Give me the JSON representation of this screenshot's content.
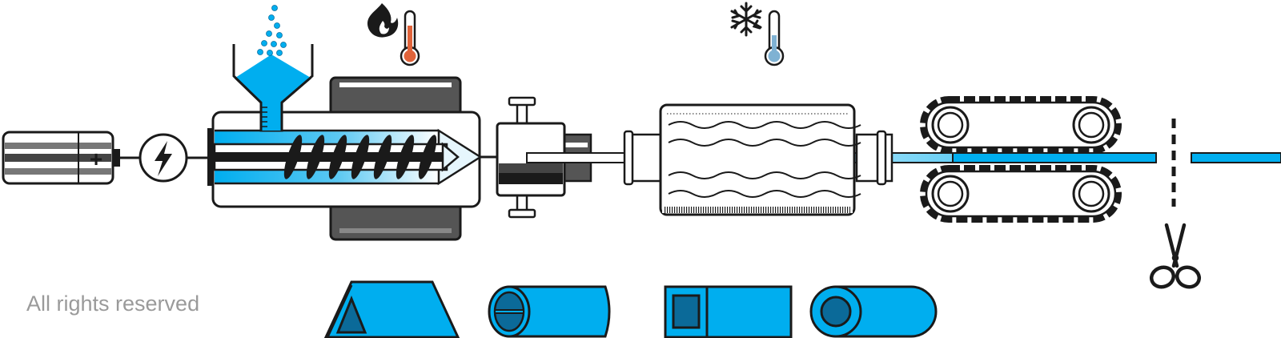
{
  "diagram": {
    "copyright_text": "All rights reserved",
    "battery_symbol": "+",
    "colors": {
      "material_blue": "#00aeef",
      "outline": "#1a1a1a",
      "dark_grey": "#555555",
      "mid_grey": "#777777",
      "hot_red": "#e0633a",
      "cold_blue": "#7fb2d3",
      "light_blue": "#e6f6fd",
      "copyright_grey": "#9a9a9a"
    },
    "icons": [
      "battery-icon",
      "motor-lightning-icon",
      "hopper-icon",
      "pellets-icon",
      "flame-icon",
      "hot-thermometer-icon",
      "snowflake-icon",
      "cold-thermometer-icon",
      "extrusion-die-icon",
      "cooling-tank-icon",
      "haul-off-puller-icon",
      "scissors-icon",
      "cut-line-icon"
    ],
    "profiles": [
      "triangular-profile",
      "tube-profile-with-cross",
      "square-hollow-profile",
      "round-tube-profile"
    ]
  }
}
